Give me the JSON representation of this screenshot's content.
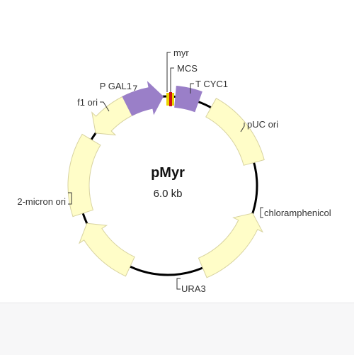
{
  "plasmid": {
    "name": "pMyr",
    "size": "6.0 kb"
  },
  "colors": {
    "backbone": "#000000",
    "feature_default": "#fffdc8",
    "feature_outline": "#d8d3a0",
    "promoter_terminator": "#9a7fc8",
    "myr_tag": "#e8d400",
    "mcs": "#cc1111"
  },
  "features": [
    {
      "id": "p-gal1",
      "label": "P GAL1",
      "kind": "promoter"
    },
    {
      "id": "myr",
      "label": "myr",
      "kind": "tag"
    },
    {
      "id": "mcs",
      "label": "MCS",
      "kind": "mcs"
    },
    {
      "id": "t-cyc1",
      "label": "T CYC1",
      "kind": "terminator"
    },
    {
      "id": "puc-ori",
      "label": "pUC ori",
      "kind": "origin"
    },
    {
      "id": "chloramphenicol",
      "label": "chloramphenicol",
      "kind": "marker"
    },
    {
      "id": "ura3",
      "label": "URA3",
      "kind": "marker"
    },
    {
      "id": "2-micron-ori",
      "label": "2-micron ori",
      "kind": "origin"
    },
    {
      "id": "f1-ori",
      "label": "f1 ori",
      "kind": "origin"
    }
  ]
}
